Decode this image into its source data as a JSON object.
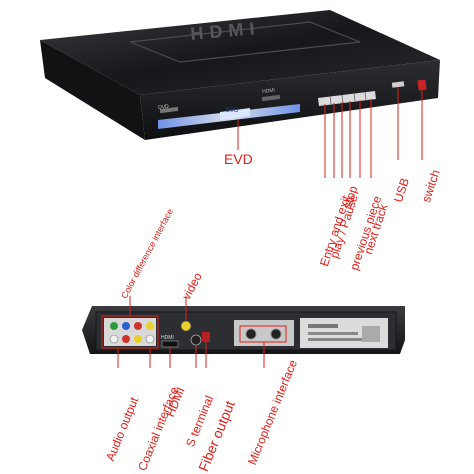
{
  "front": {
    "brand_top": "HDMI",
    "display": "EVD",
    "tiny_logo": "HDMI",
    "disc_logo": "DVD",
    "labels": {
      "evd": "EVD",
      "entry_exit": "Entry and exit",
      "play_pause": "play / Pause",
      "stop": "stop",
      "previous_piece": "previous piece",
      "next_track": "next track",
      "usb": "USB",
      "switch": "switch"
    }
  },
  "back": {
    "labels": {
      "color_difference": "Color difference interface",
      "video": "video",
      "audio_output": "Audio output",
      "coaxial": "Coaxial interface",
      "hdmi": "HDMI",
      "s_terminal": "S terminal",
      "fiber_output": "Fiber output",
      "microphone": "Microphone interface"
    },
    "port_hdmi": "HDMI"
  },
  "colors": {
    "label": "#e0201a",
    "chassis": "#1b1c1f",
    "panel": "#2a2b2f",
    "display_blue": "#cfe0ff"
  }
}
